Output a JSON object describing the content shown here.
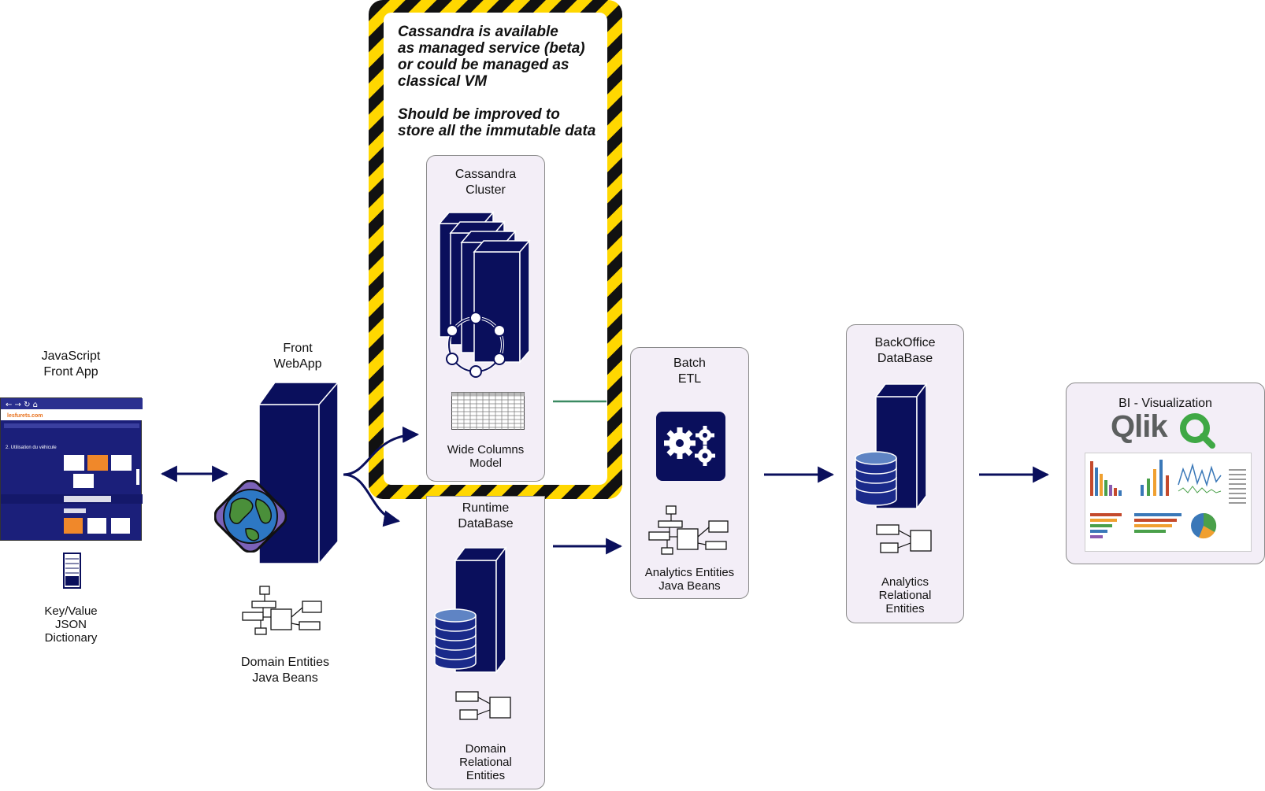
{
  "nodes": {
    "js_front": {
      "title": "JavaScript\nFront App",
      "caption": "Key/Value\nJSON\nDictionary",
      "screenshot_logo": "lesfurets.com"
    },
    "front_webapp": {
      "title": "Front\nWebApp",
      "caption": "Domain Entities\nJava Beans"
    },
    "cassandra": {
      "title": "Cassandra\nCluster",
      "caption": "Wide Columns\nModel"
    },
    "runtime_db": {
      "title": "Runtime\nDataBase",
      "caption": "Domain\nRelational\nEntities"
    },
    "batch_etl": {
      "title": "Batch\nETL",
      "caption": "Analytics Entities\nJava Beans"
    },
    "backoffice_db": {
      "title": "BackOffice\nDataBase",
      "caption": "Analytics\nRelational\nEntities"
    },
    "bi": {
      "title": "BI - Visualization",
      "logo_text": "Qlik"
    }
  },
  "warning_note": "Cassandra is available\nas managed service (beta)\nor could be managed as\nclassical VM\n\nShould be improved to\nstore all the immutable data",
  "colors": {
    "navy": "#0a0f5c",
    "card_bg": "#f3eef7",
    "hazard_yellow": "#ffd700",
    "hazard_black": "#111111",
    "qlik_green": "#3fa845",
    "link_green": "#3b8a62"
  }
}
